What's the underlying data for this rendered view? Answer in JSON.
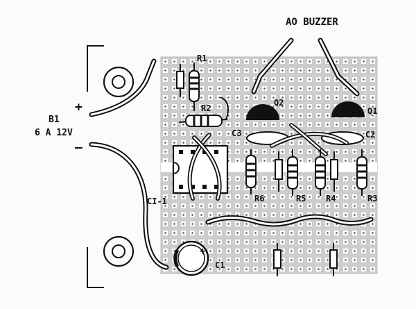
{
  "labels": {
    "buzzer": "AO  BUZZER",
    "battery_name": "B1",
    "battery_spec": "6 A 12V",
    "plus": "+",
    "minus": "–",
    "r1": "R1",
    "r2": "R2",
    "q2": "Q2",
    "q1": "Q1",
    "c3": "C3",
    "c2": "C2",
    "ci1": "CI-1",
    "r6": "R6",
    "r5": "R5",
    "r4": "R4",
    "r3": "R3",
    "c1": "C1",
    "c1_plus": "+"
  },
  "colors": {
    "ink": "#111111",
    "board": "#c9c9c9",
    "pad": "#ffffff"
  }
}
